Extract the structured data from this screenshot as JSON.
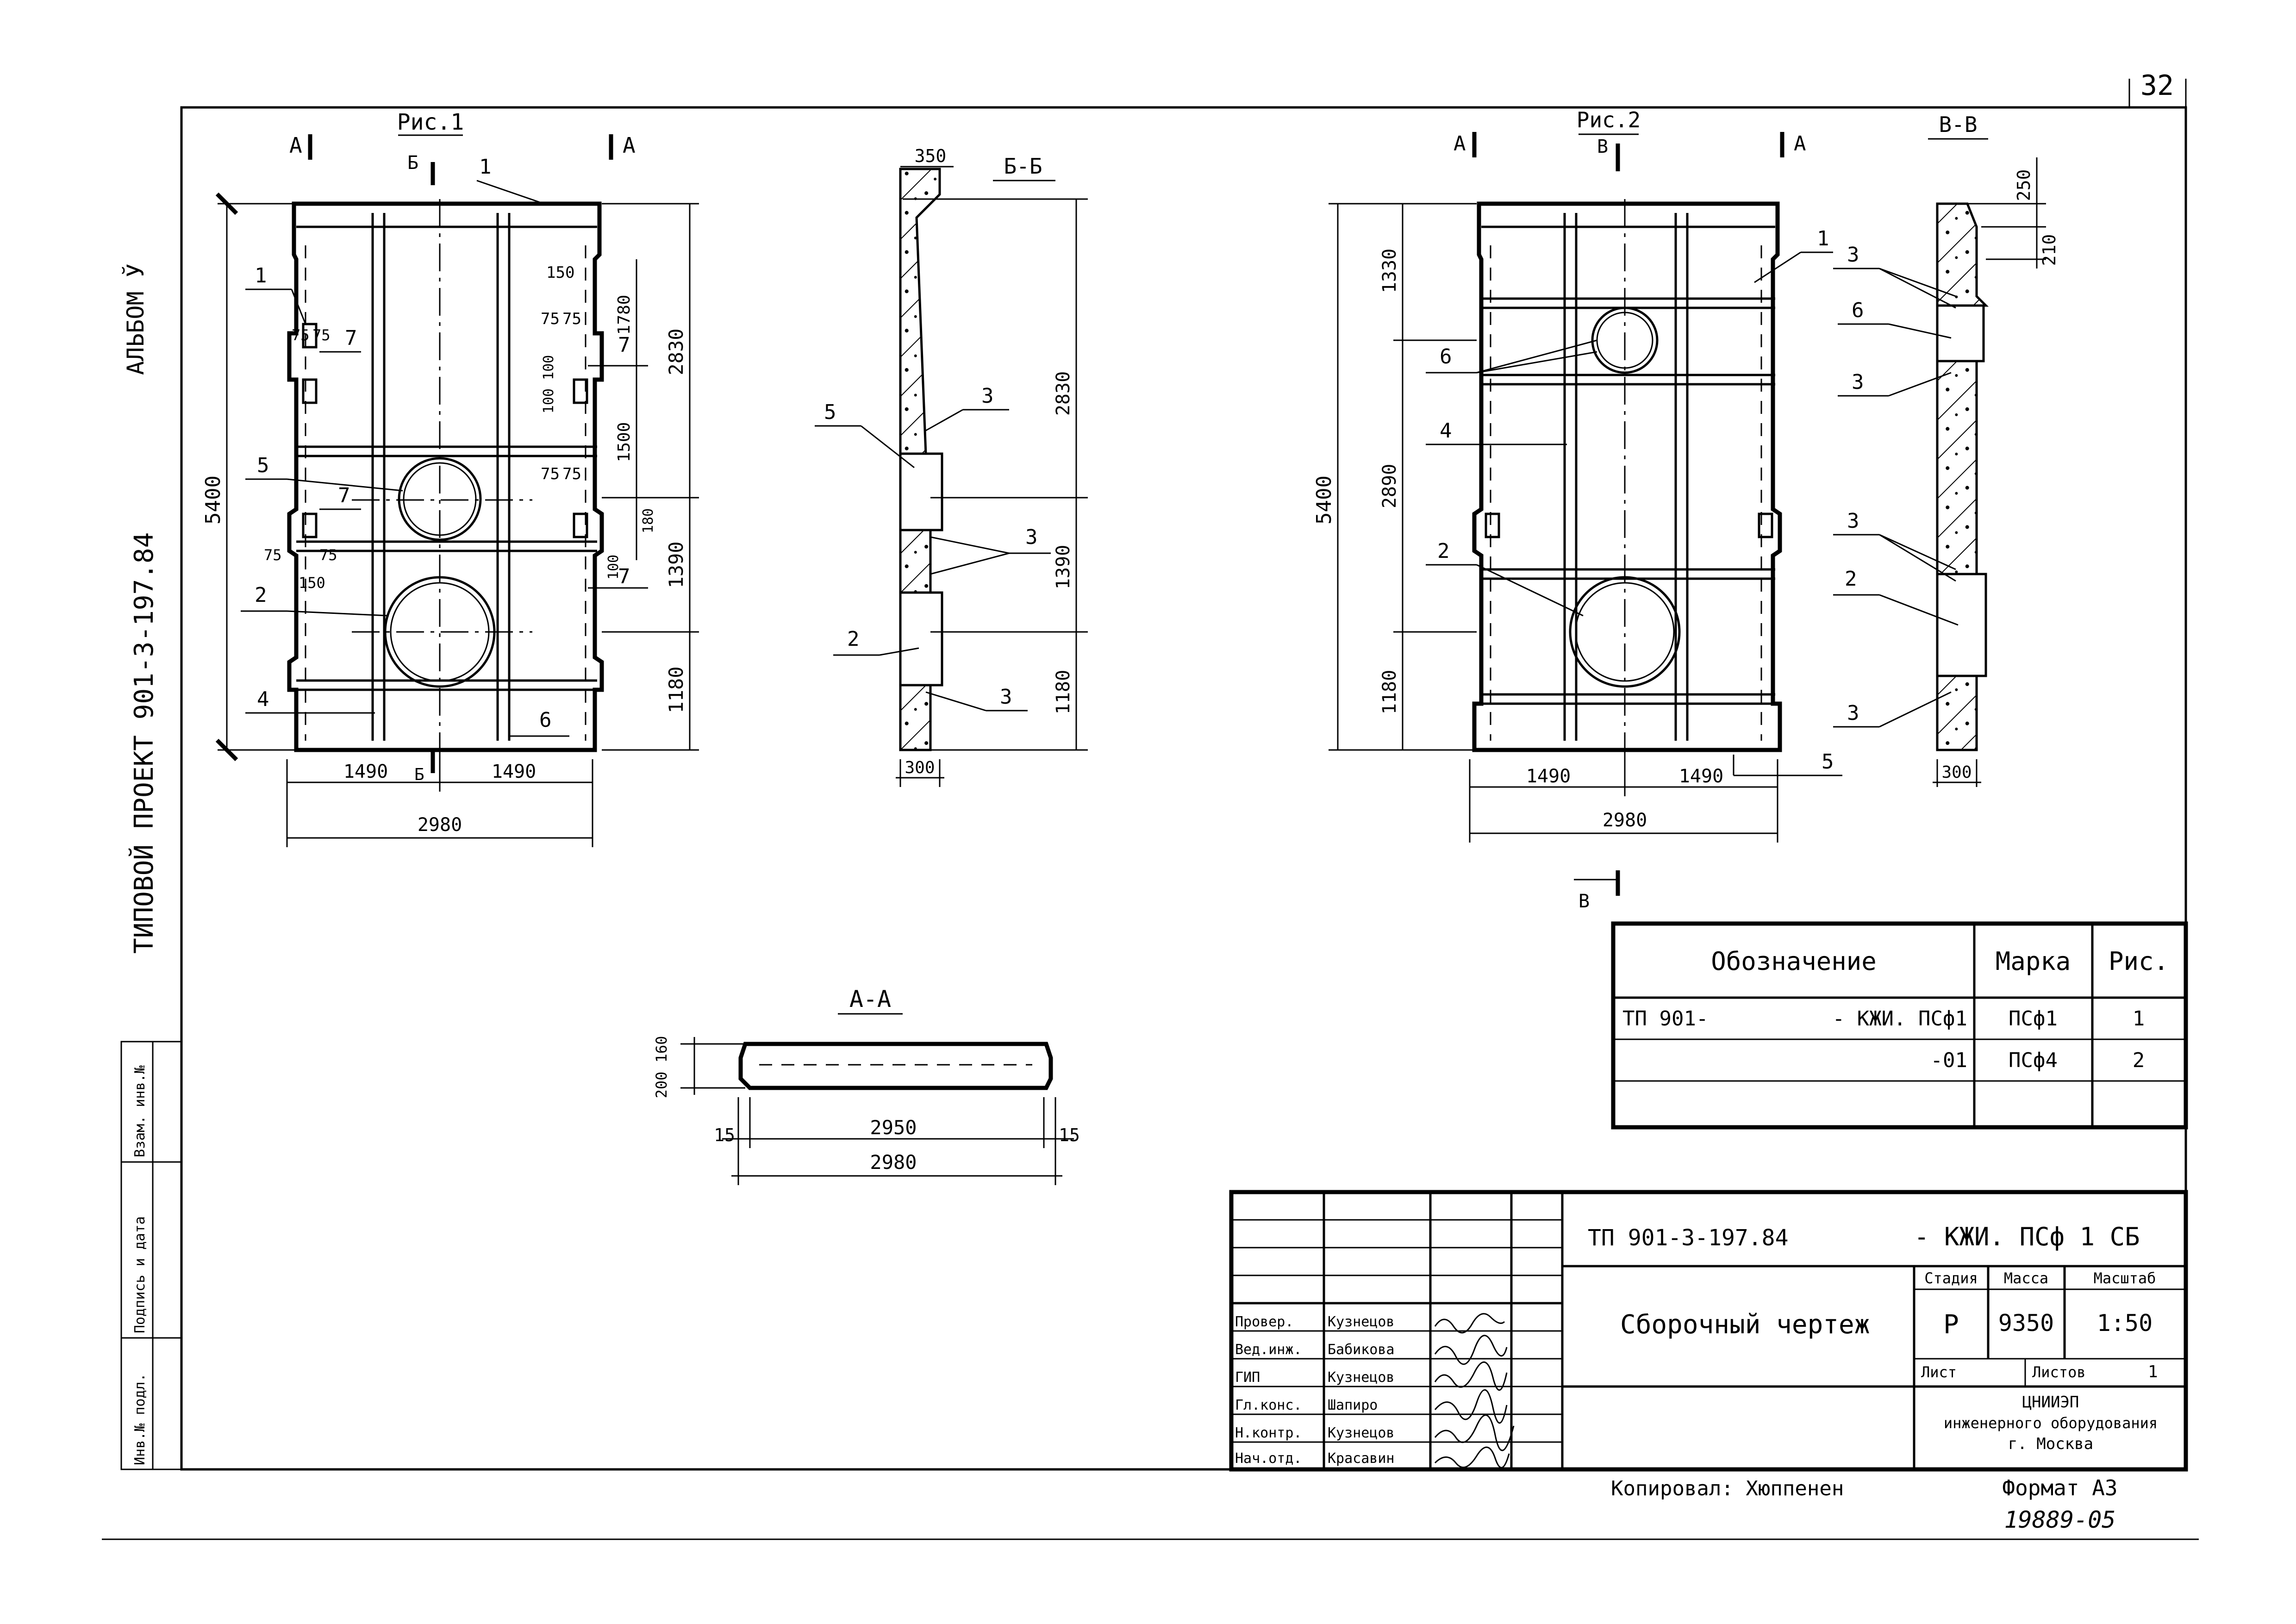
{
  "sheet_number": "32",
  "side_stamps": {
    "album": "АЛЬБОМ Ў",
    "project": "ТИПОВОЙ ПРОЕКТ 901-3-197.84",
    "box_1": "Взам. инв.№",
    "box_2": "Подпись и дата",
    "box_3": "Инв.№ подл."
  },
  "fig1": {
    "title": "Рис.1",
    "cut_a_left": "А",
    "cut_a_right": "А",
    "cut_b_top": "Б",
    "cut_b_bottom": "Б",
    "dims": {
      "overall_height": "5400",
      "seg_2830": "2830",
      "seg_1390": "1390",
      "seg_1180": "1180",
      "half_left": "1490",
      "half_right": "1490",
      "overall_width": "2980",
      "d_150_top": "150",
      "d_1780": "1780",
      "d_75a": "75",
      "d_75b": "75",
      "d_100_100": "100 100",
      "d_1500": "1500",
      "d_75c": "75",
      "d_75d": "75",
      "d_100": "100",
      "d_180": "180",
      "l_75a": "75",
      "l_75b": "75",
      "l_75c": "75",
      "l_75d": "75",
      "l_150": "150"
    },
    "callouts": {
      "c1_top": "1",
      "c1_left": "1",
      "c7a": "7",
      "c7b": "7",
      "c7c": "7",
      "c7d": "7",
      "c5": "5",
      "c2": "2",
      "c4": "4",
      "c6": "6"
    }
  },
  "section_bb": {
    "title": "Б-Б",
    "dims": {
      "top": "350",
      "seg_2830": "2830",
      "seg_1390": "1390",
      "seg_1180": "1180",
      "bottom": "300"
    },
    "callouts": {
      "c3a": "3",
      "c5": "5",
      "c3b": "3",
      "c2": "2",
      "c3c": "3"
    }
  },
  "section_aa": {
    "title": "А-А",
    "dims": {
      "h_200_160": "200 160",
      "left_15": "15",
      "middle": "2950",
      "right_15": "15",
      "overall": "2980"
    }
  },
  "fig2": {
    "title": "Рис.2",
    "cut_a_left": "А",
    "cut_a_right": "А",
    "cut_v_top": "В",
    "cut_v_bottom": "В",
    "dims": {
      "seg_1330": "1330",
      "overall_height": "5400",
      "seg_2890": "2890",
      "seg_1180": "1180",
      "half_left": "1490",
      "half_right": "1490",
      "overall_width": "2980"
    },
    "callouts": {
      "c6": "6",
      "c4": "4",
      "c2": "2",
      "c1": "1",
      "c5": "5"
    }
  },
  "section_vv": {
    "title": "В-В",
    "dims": {
      "d_250": "250",
      "d_210": "210",
      "bottom": "300"
    },
    "callouts": {
      "c3a": "3",
      "c6": "6",
      "c3b": "3",
      "c3c": "3",
      "c2": "2",
      "c3d": "3"
    }
  },
  "spec_table": {
    "headers": [
      "Обозначение",
      "Марка",
      "Рис."
    ],
    "rows": [
      {
        "designation_prefix": "ТП 901-",
        "designation_suffix": "- КЖИ. ПСф1",
        "mark": "ПСф1",
        "fig": "1"
      },
      {
        "designation_prefix": "",
        "designation_suffix": "-01",
        "mark": "ПСф4",
        "fig": "2"
      }
    ]
  },
  "title_block": {
    "designation_left": "ТП 901-3-197.84",
    "designation_right": "- КЖИ. ПСф 1 СБ",
    "drawing_name": "Сборочный чертеж",
    "stage_label": "Стадия",
    "mass_label": "Масса",
    "scale_label": "Масштаб",
    "stage": "Р",
    "mass": "9350",
    "scale": "1:50",
    "sheet_label": "Лист",
    "sheets_label": "Листов",
    "sheets_value": "1",
    "org_line1": "ЦНИИЭП",
    "org_line2": "инженерного оборудования",
    "org_line3": "г. Москва",
    "people": [
      {
        "role": "Провер.",
        "name": "Кузнецов"
      },
      {
        "role": "Вед.инж.",
        "name": "Бабикова"
      },
      {
        "role": "ГИП",
        "name": "Кузнецов"
      },
      {
        "role": "Гл.конс.",
        "name": "Шапиро"
      },
      {
        "role": "Н.контр.",
        "name": "Кузнецов"
      },
      {
        "role": "Нач.отд.",
        "name": "Красавин"
      }
    ]
  },
  "copied_by": "Копировал: Хюппенен",
  "format": "Формат А3",
  "inventory_number": "19889-05"
}
